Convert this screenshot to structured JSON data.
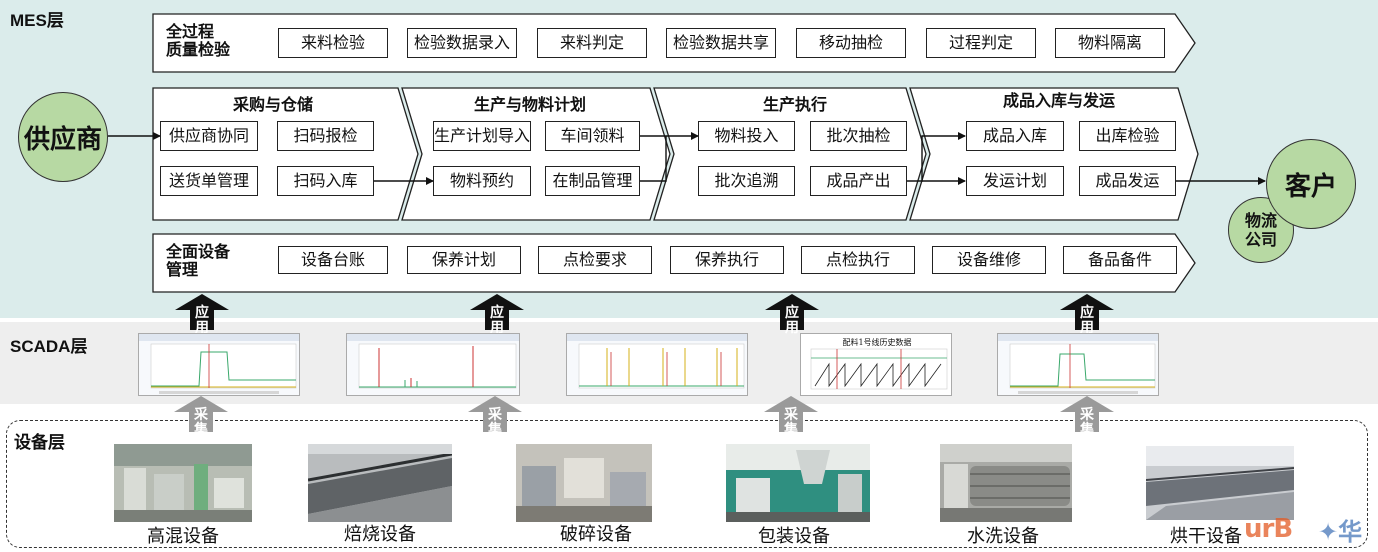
{
  "layers": {
    "mes": "MES层",
    "scada": "SCADA层",
    "device": "设备层"
  },
  "quality": {
    "title_line1": "全过程",
    "title_line2": "质量检验",
    "items": [
      "来料检验",
      "检验数据录入",
      "来料判定",
      "检验数据共享",
      "移动抽检",
      "过程判定",
      "物料隔离"
    ]
  },
  "equipment_mgmt": {
    "title_line1": "全面设备",
    "title_line2": "管理",
    "items": [
      "设备台账",
      "保养计划",
      "点检要求",
      "保养执行",
      "点检执行",
      "设备维修",
      "备品备件"
    ]
  },
  "sections": {
    "procurement": {
      "title": "采购与仓储",
      "items": [
        "供应商协同",
        "扫码报检",
        "送货单管理",
        "扫码入库"
      ]
    },
    "planning": {
      "title": "生产与物料计划",
      "items": [
        "生产计划导入",
        "车间领料",
        "物料预约",
        "在制品管理"
      ]
    },
    "execution": {
      "title": "生产执行",
      "items": [
        "物料投入",
        "批次抽检",
        "批次追溯",
        "成品产出"
      ]
    },
    "shipping": {
      "title": "成品入库与发运",
      "items": [
        "成品入库",
        "出库检验",
        "发运计划",
        "成品发运"
      ]
    }
  },
  "actors": {
    "supplier": "供应商",
    "customer": "客户",
    "logistics_line1": "物流",
    "logistics_line2": "公司"
  },
  "arrows": {
    "apply_line1": "应",
    "apply_line2": "用",
    "collect_line1": "采",
    "collect_line2": "集"
  },
  "scada_screens": {
    "screen4_title": "配料1号线历史数据"
  },
  "devices": [
    "高混设备",
    "焙烧设备",
    "破碎设备",
    "包装设备",
    "水洗设备",
    "烘干设备"
  ],
  "colors": {
    "mes_bg": "#dbeceb",
    "scada_bg": "#eeeeee",
    "circle_fill": "#b7d9a3",
    "arrow_fill": "#111111",
    "collect_arrow_fill": "#9a9a9a"
  }
}
